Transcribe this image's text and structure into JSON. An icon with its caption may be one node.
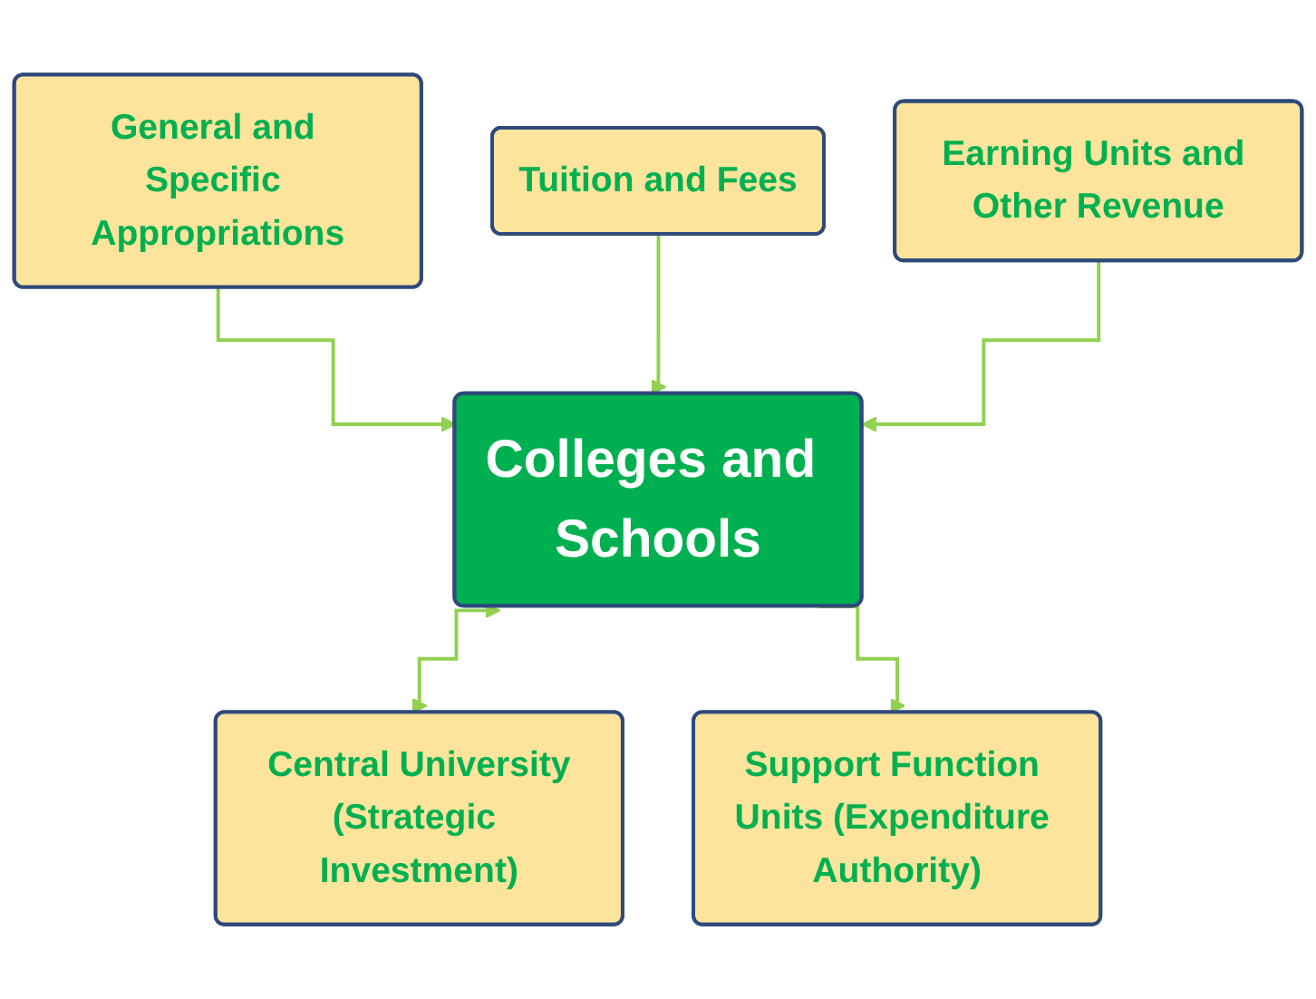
{
  "diagram": {
    "nodes": [
      {
        "text": [
          "General and Specific Appropriations"
        ]
      },
      {
        "text": [
          "Tuition and Fees"
        ]
      },
      {
        "text": [
          "Earning Units and Other Revenue"
        ]
      },
      {
        "text": [
          "Colleges and Schools"
        ]
      },
      {
        "text": [
          "Central University",
          "(Strategic Investment)"
        ]
      },
      {
        "text": [
          "Support Function Units (Expenditure Authority)"
        ]
      }
    ],
    "edges": [
      {
        "from": 0,
        "to": 3,
        "arrow": "to"
      },
      {
        "from": 1,
        "to": 3,
        "arrow": "to"
      },
      {
        "from": 2,
        "to": 3,
        "arrow": "to"
      },
      {
        "from": 4,
        "to": 3,
        "arrow": "both"
      },
      {
        "from": 3,
        "to": 5,
        "arrow": "to"
      }
    ]
  }
}
